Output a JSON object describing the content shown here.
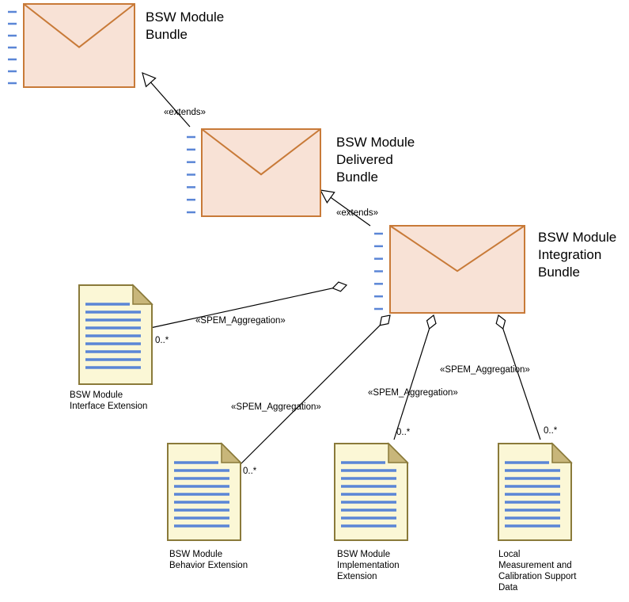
{
  "bundles": [
    {
      "id": "b1",
      "label_lines": [
        "BSW Module",
        "Bundle"
      ]
    },
    {
      "id": "b2",
      "label_lines": [
        "BSW Module",
        "Delivered",
        "Bundle"
      ]
    },
    {
      "id": "b3",
      "label_lines": [
        "BSW Module",
        "Integration",
        "Bundle"
      ]
    }
  ],
  "documents": [
    {
      "id": "d1",
      "label_lines": [
        "BSW Module",
        "Interface Extension"
      ]
    },
    {
      "id": "d2",
      "label_lines": [
        "BSW Module",
        "Behavior Extension"
      ]
    },
    {
      "id": "d3",
      "label_lines": [
        "BSW Module",
        "Implementation",
        "Extension"
      ]
    },
    {
      "id": "d4",
      "label_lines": [
        "Local",
        "Measurement and",
        "Calibration Support",
        "Data"
      ]
    }
  ],
  "relations": [
    {
      "id": "r1",
      "kind": "extends",
      "from": "b2",
      "to": "b1",
      "stereotype": "«extends»"
    },
    {
      "id": "r2",
      "kind": "extends",
      "from": "b3",
      "to": "b2",
      "stereotype": "«extends»"
    },
    {
      "id": "r3",
      "kind": "aggregation",
      "whole": "b3",
      "part": "d1",
      "stereotype": "«SPEM_Aggregation»",
      "multiplicity": "0..*"
    },
    {
      "id": "r4",
      "kind": "aggregation",
      "whole": "b3",
      "part": "d2",
      "stereotype": "«SPEM_Aggregation»",
      "multiplicity": "0..*"
    },
    {
      "id": "r5",
      "kind": "aggregation",
      "whole": "b3",
      "part": "d3",
      "stereotype": "«SPEM_Aggregation»",
      "multiplicity": "0..*"
    },
    {
      "id": "r6",
      "kind": "aggregation",
      "whole": "b3",
      "part": "d4",
      "stereotype": "«SPEM_Aggregation»",
      "multiplicity": "0..*"
    }
  ],
  "colors": {
    "bundle_fill": "#f8e2d6",
    "bundle_stroke": "#c87a38",
    "doc_fill": "#fbf7d6",
    "doc_stroke": "#8a7a3a",
    "doc_fold": "#c8b67a",
    "doc_lines": "#5b86d6",
    "ticks": "#5b86d6",
    "edge": "#000000"
  }
}
